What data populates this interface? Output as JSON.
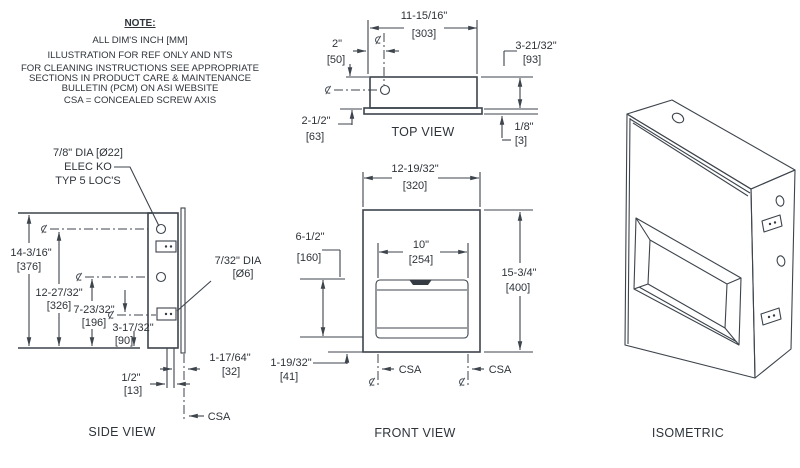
{
  "note": {
    "title": "NOTE:",
    "lines": [
      "ALL DIM'S INCH [MM]",
      "ILLUSTRATION FOR REF ONLY AND NTS",
      "FOR CLEANING INSTRUCTIONS SEE APPROPRIATE",
      "SECTIONS IN PRODUCT CARE & MAINTENANCE",
      "BULLETIN (PCM) ON ASI WEBSITE",
      "CSA = CONCEALED SCREW AXIS"
    ]
  },
  "top_view": {
    "label": "TOP VIEW",
    "dim_width_in": "11-15/16\"",
    "dim_width_mm": "[303]",
    "dim_offset_in": "2\"",
    "dim_offset_mm": "[50]",
    "dim_depth_in": "3-21/32\"",
    "dim_depth_mm": "[93]",
    "dim_inset_in": "2-1/2\"",
    "dim_inset_mm": "[63]",
    "dim_flange_in": "1/8\"",
    "dim_flange_mm": "[3]"
  },
  "side_view": {
    "label": "SIDE VIEW",
    "callout_elec_line1": "7/8\" DIA [Ø22]",
    "callout_elec_line2": "ELEC KO",
    "callout_elec_line3": "TYP 5 LOC'S",
    "callout_hole_line1": "7/32\" DIA",
    "callout_hole_line2": "[Ø6]",
    "dim_total_in": "14-3/16\"",
    "dim_total_mm": "[376]",
    "dim_upper_in": "12-27/32\"",
    "dim_upper_mm": "[326]",
    "dim_mid_in": "7-23/32\"",
    "dim_mid_mm": "[196]",
    "dim_lower_in": "3-17/32\"",
    "dim_lower_mm": "[90]",
    "dim_collar_in": "1/2\"",
    "dim_collar_mm": "[13]",
    "dim_depth_in": "1-17/64\"",
    "dim_depth_mm": "[32]",
    "csa_label": "CSA"
  },
  "front_view": {
    "label": "FRONT VIEW",
    "dim_width_in": "12-19/32\"",
    "dim_width_mm": "[320]",
    "dim_opening_in": "10\"",
    "dim_opening_mm": "[254]",
    "dim_height_in": "15-3/4\"",
    "dim_height_mm": "[400]",
    "dim_opening_h_in": "6-1/2\"",
    "dim_opening_h_mm": "[160]",
    "dim_bottom_in": "1-19/32\"",
    "dim_bottom_mm": "[41]",
    "csa_left": "CSA",
    "csa_right": "CSA"
  },
  "isometric": {
    "label": "ISOMETRIC"
  },
  "colors": {
    "line": "#3d444c",
    "text": "#2e343a",
    "background": "#ffffff"
  }
}
